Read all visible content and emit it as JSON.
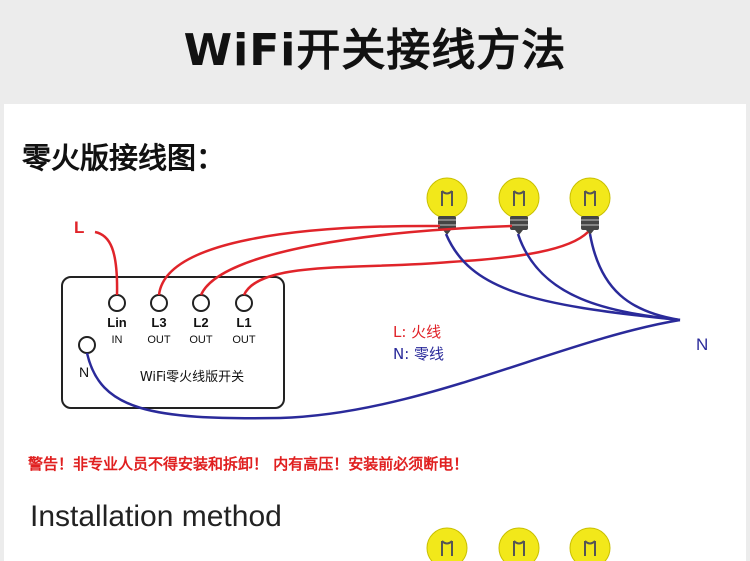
{
  "header": {
    "title": "WiFi开关接线方法"
  },
  "section": {
    "title": "零火版接线图："
  },
  "diagram": {
    "live_input_label": "L",
    "neutral_label": "N",
    "device_name": "WiFi零火线版开关",
    "device_neutral_label": "N",
    "terminals": [
      {
        "top": "Lin",
        "bottom": "IN"
      },
      {
        "top": "L3",
        "bottom": "OUT"
      },
      {
        "top": "L2",
        "bottom": "OUT"
      },
      {
        "top": "L1",
        "bottom": "OUT"
      }
    ],
    "legend": {
      "live": "L: 火线",
      "neutral": "N: 零线"
    },
    "colors": {
      "live": "#e0242a",
      "neutral": "#2a2a9a",
      "bulb": "#f2e81a"
    }
  },
  "warning": {
    "text": "警告！非专业人员不得安装和拆卸！ 内有高压！安装前必须断电！"
  },
  "installation": {
    "title": "Installation method"
  }
}
